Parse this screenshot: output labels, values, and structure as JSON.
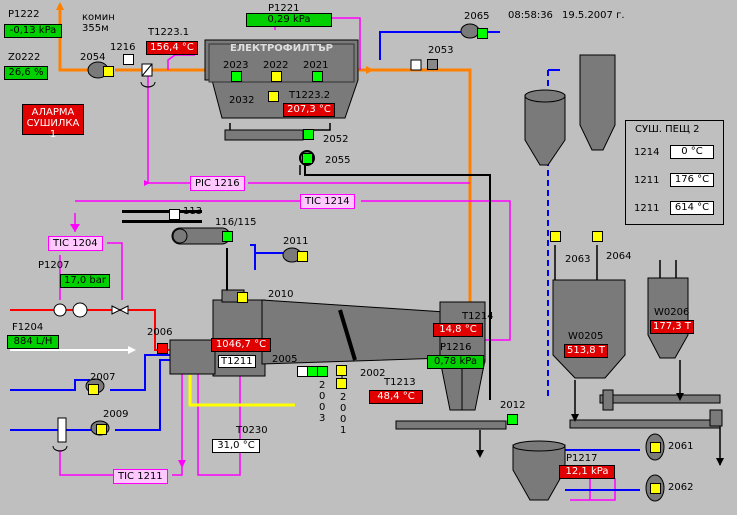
{
  "header": {
    "time": "08:58:36",
    "date": "19.5.2007 г."
  },
  "tags": {
    "p1222": {
      "name": "P1222",
      "value": "-0,13 kPa"
    },
    "chimney": {
      "line1": "комин",
      "line2": "355м"
    },
    "z0222": {
      "name": "Z0222",
      "value": "26,6 %"
    },
    "t1223_1": {
      "name": "T1223.1",
      "value": "156,4 °C"
    },
    "p1221": {
      "name": "P1221",
      "value": "0,29 kPa"
    },
    "t1223_2": {
      "name": "T1223.2",
      "value": "207,3 °C"
    },
    "alarm": {
      "line1": "АЛАРМА",
      "line2": "СУШИЛКА 1"
    },
    "p1207": {
      "name": "P1207",
      "value": "17,0 bar"
    },
    "f1204": {
      "name": "F1204",
      "value": "884 L/H"
    },
    "t1211": {
      "name": "T1211",
      "value": "1046,7 °C"
    },
    "t1214": {
      "name": "T1214",
      "value": "14,8 °C"
    },
    "p1216": {
      "name": "P1216",
      "value": "0,78 kPa"
    },
    "t1213": {
      "name": "T1213",
      "value": "48,4 °C"
    },
    "t0230": {
      "name": "T0230",
      "value": "31,0 °C"
    },
    "p1217": {
      "name": "P1217",
      "value": "12,1 kPa"
    },
    "w0205": {
      "name": "W0205",
      "value": "513,8 T"
    },
    "w0206": {
      "name": "W0206",
      "value": "177,3 T"
    }
  },
  "controllers": {
    "pic1216": "PIC 1216",
    "tic1214": "TIC 1214",
    "tic1204": "TIC 1204",
    "tic1211": "TIC 1211"
  },
  "filter": {
    "title": "ЕЛЕКТРОФИЛТЪР",
    "fields": [
      "2023",
      "2022",
      "2021",
      "2032"
    ]
  },
  "equipment": {
    "e1216": "1216",
    "e2054": "2054",
    "e2053": "2053",
    "e2065": "2065",
    "e2052": "2052",
    "e2055": "2055",
    "e113": "113",
    "e116": "116/115",
    "e2011": "2011",
    "e2010": "2010",
    "e2006": "2006",
    "e2007": "2007",
    "e2009": "2009",
    "e2005": "2005",
    "e2003": "2 0 0 3",
    "e2002": "2002",
    "e2001": "2 0 0 1",
    "e2012": "2012",
    "e2063": "2063",
    "e2064": "2064",
    "e2061": "2061",
    "e2062": "2062"
  },
  "panel": {
    "title": "СУШ. ПЕЩ 2",
    "rows": [
      {
        "tag": "1214",
        "value": "0 °C"
      },
      {
        "tag": "1211",
        "value": "176 °C"
      },
      {
        "tag": "1211",
        "value": "614 °C"
      }
    ]
  },
  "colors": {
    "orange": "#ff8000",
    "magenta": "#ff00ff",
    "blue": "#0000ff",
    "red": "#ff0000",
    "yellow": "#ffff00",
    "green": "#00d000"
  }
}
